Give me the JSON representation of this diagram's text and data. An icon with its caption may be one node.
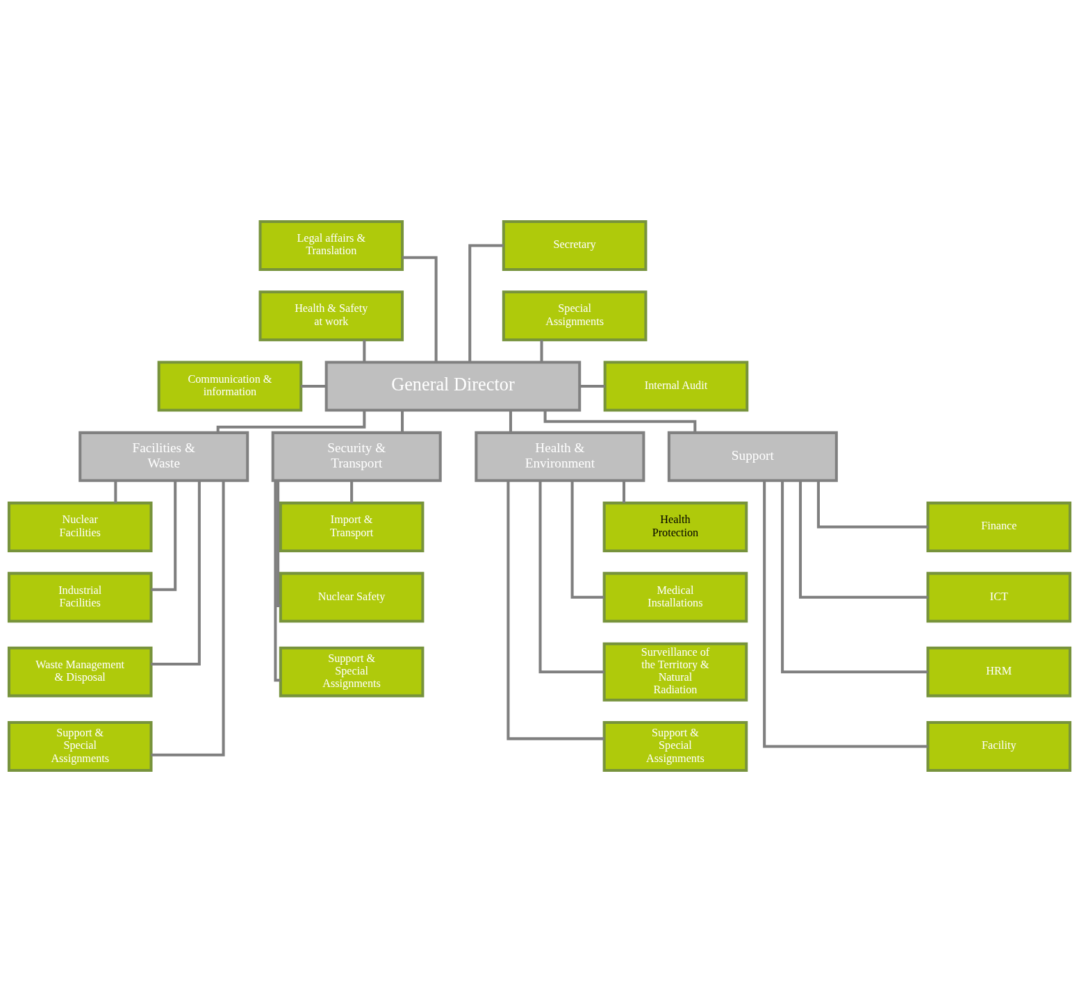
{
  "diagram": {
    "nodes": [
      {
        "text": [
          "General Director"
        ]
      },
      {
        "text": [
          "Legal affairs & Translation"
        ]
      },
      {
        "text": [
          "Secretary"
        ]
      },
      {
        "text": [
          "Health & Safety at work"
        ]
      },
      {
        "text": [
          "Special Assignments"
        ]
      },
      {
        "text": [
          "Communication & information"
        ]
      },
      {
        "text": [
          "Internal Audit"
        ]
      },
      {
        "text": [
          "Facilities & Waste"
        ]
      },
      {
        "text": [
          "Nuclear Facilities"
        ]
      },
      {
        "text": [
          "Industrial Facilities"
        ]
      },
      {
        "text": [
          "Waste Management & Disposal"
        ]
      },
      {
        "text": [
          "Support & Special Assignments"
        ]
      },
      {
        "text": [
          "Security & Transport"
        ]
      },
      {
        "text": [
          "Import & Transport"
        ]
      },
      {
        "text": [
          "Nuclear Safety"
        ]
      },
      {
        "text": [
          "Support & Special Assignments"
        ]
      },
      {
        "text": [
          "Health & Environment"
        ]
      },
      {
        "text": [
          "Health Protection"
        ]
      },
      {
        "text": [
          "Medical Installations"
        ]
      },
      {
        "text": [
          "Surveillance of the Territory & Natural Radiation"
        ]
      },
      {
        "text": [
          "Support & Special Assignments"
        ]
      },
      {
        "text": [
          "Support"
        ]
      },
      {
        "text": [
          "Finance"
        ]
      },
      {
        "text": [
          "ICT"
        ]
      },
      {
        "text": [
          "HRM"
        ]
      },
      {
        "text": [
          "Facility"
        ]
      }
    ],
    "edges": [
      {
        "from": 0,
        "to": 1,
        "arrow": "none"
      },
      {
        "from": 0,
        "to": 2,
        "arrow": "none"
      },
      {
        "from": 0,
        "to": 3,
        "arrow": "none"
      },
      {
        "from": 0,
        "to": 4,
        "arrow": "none"
      },
      {
        "from": 0,
        "to": 5,
        "arrow": "none"
      },
      {
        "from": 0,
        "to": 6,
        "arrow": "none"
      },
      {
        "from": 0,
        "to": 7,
        "arrow": "none"
      },
      {
        "from": 0,
        "to": 12,
        "arrow": "none"
      },
      {
        "from": 0,
        "to": 16,
        "arrow": "none"
      },
      {
        "from": 0,
        "to": 21,
        "arrow": "none"
      },
      {
        "from": 7,
        "to": 8,
        "arrow": "none"
      },
      {
        "from": 7,
        "to": 9,
        "arrow": "none"
      },
      {
        "from": 7,
        "to": 10,
        "arrow": "none"
      },
      {
        "from": 7,
        "to": 11,
        "arrow": "none"
      },
      {
        "from": 12,
        "to": 13,
        "arrow": "none"
      },
      {
        "from": 12,
        "to": 14,
        "arrow": "none"
      },
      {
        "from": 12,
        "to": 15,
        "arrow": "none"
      },
      {
        "from": 16,
        "to": 17,
        "arrow": "none"
      },
      {
        "from": 16,
        "to": 18,
        "arrow": "none"
      },
      {
        "from": 16,
        "to": 19,
        "arrow": "none"
      },
      {
        "from": 16,
        "to": 20,
        "arrow": "none"
      },
      {
        "from": 21,
        "to": 22,
        "arrow": "none"
      },
      {
        "from": 21,
        "to": 23,
        "arrow": "none"
      },
      {
        "from": 21,
        "to": 24,
        "arrow": "none"
      },
      {
        "from": 21,
        "to": 25,
        "arrow": "none"
      }
    ]
  }
}
